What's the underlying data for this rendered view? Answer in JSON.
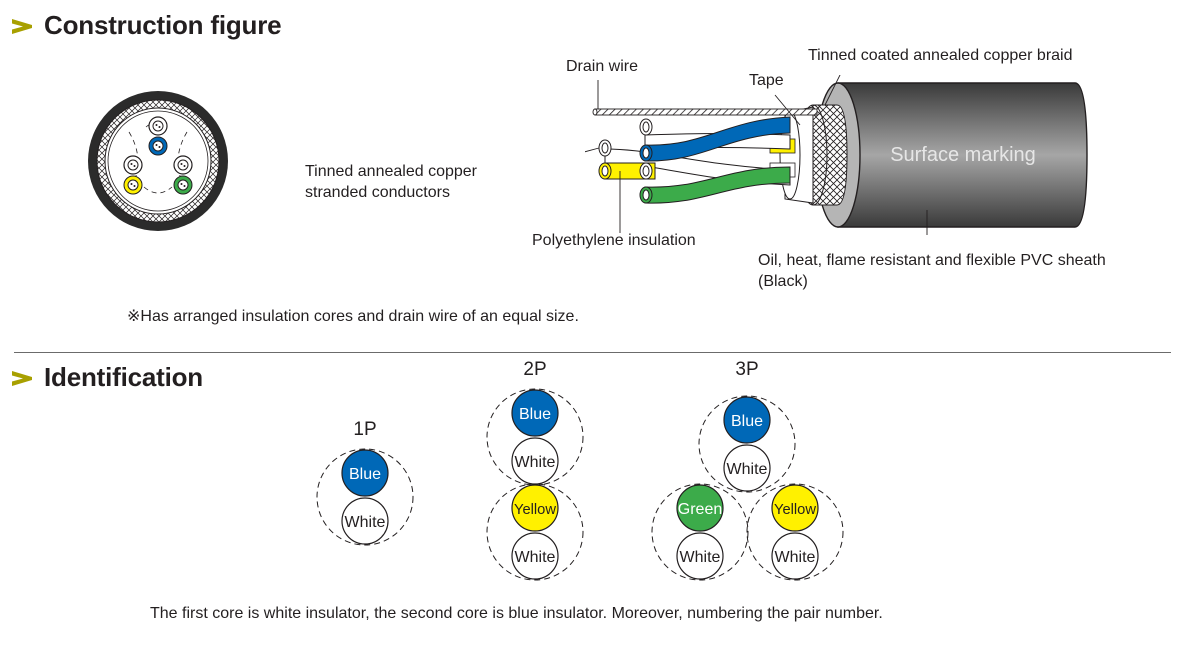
{
  "sections": {
    "construction": {
      "title": "Construction figure",
      "labels": {
        "drain_wire": "Drain wire",
        "tape": "Tape",
        "braid": "Tinned coated annealed copper braid",
        "conductors_line1": "Tinned annealed copper",
        "conductors_line2": "stranded conductors",
        "insulation": "Polyethylene insulation",
        "sheath_line1": "Oil, heat, flame resistant and flexible PVC sheath",
        "sheath_line2": "(Black)",
        "surface_marking": "Surface marking"
      },
      "note": "※Has arranged insulation cores and drain wire of an equal size."
    },
    "identification": {
      "title": "Identification",
      "groups": [
        {
          "name": "1P",
          "pairs": [
            {
              "first": "White",
              "second": "Blue"
            }
          ]
        },
        {
          "name": "2P",
          "pairs": [
            {
              "first": "White",
              "second": "Blue"
            },
            {
              "first": "White",
              "second": "Yellow"
            }
          ]
        },
        {
          "name": "3P",
          "pairs": [
            {
              "first": "White",
              "second": "Blue"
            },
            {
              "first": "White",
              "second": "Green"
            },
            {
              "first": "White",
              "second": "Yellow"
            }
          ]
        }
      ],
      "footnote": "The first core is white insulator, the second core is blue insulator. Moreover, numbering the pair number."
    }
  },
  "colors": {
    "accent": "#a8a000",
    "blue": "#0068b7",
    "yellow": "#fff100",
    "green": "#3cab4a",
    "white": "#ffffff",
    "sheath": "#4a4a4a"
  }
}
